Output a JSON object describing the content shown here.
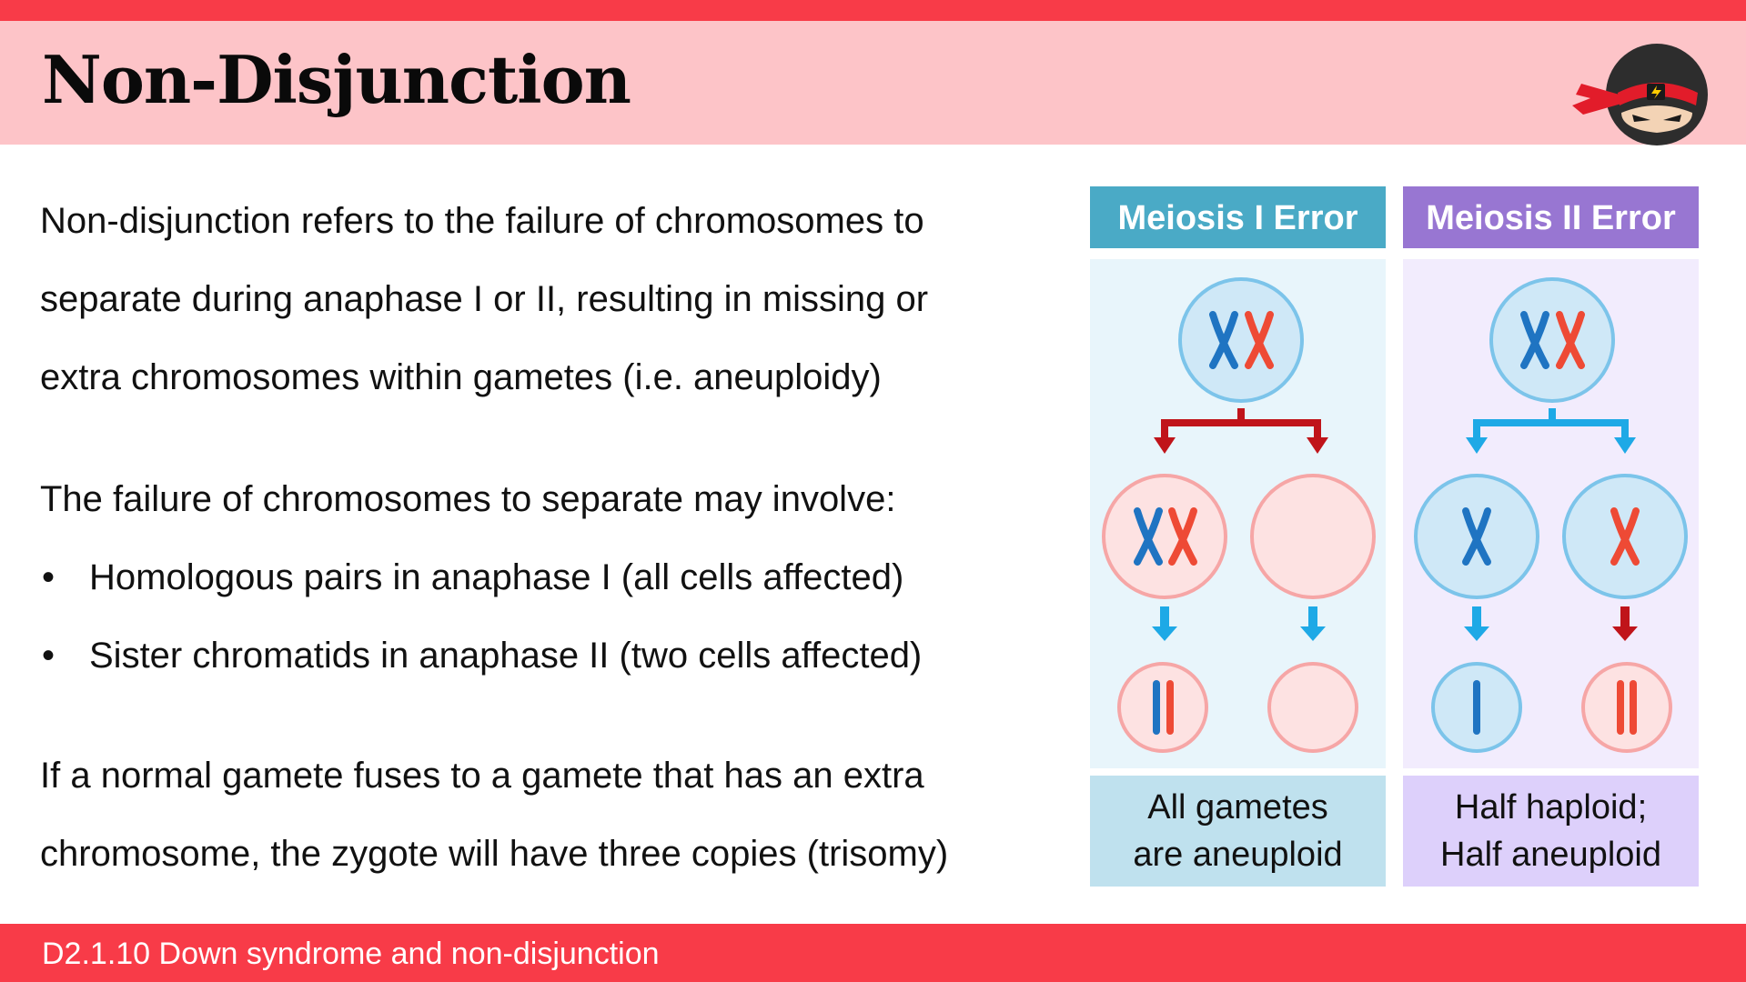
{
  "header": {
    "title": "Non-Disjunction",
    "logo_icon": "ninja-mascot-icon"
  },
  "body": {
    "intro": [
      "Non-disjunction refers to the failure of chromosomes to",
      "separate during anaphase I or II, resulting in missing or",
      "extra chromosomes within gametes (i.e. aneuploidy)"
    ],
    "involve_heading": "The failure of chromosomes to separate may involve:",
    "bullets": [
      "Homologous pairs in anaphase I  (all cells affected)",
      "Sister chromatids in anaphase II  (two cells affected)"
    ],
    "bullet_symbol": "•",
    "conclusion": [
      "If a normal gamete fuses to a gamete that has an extra",
      "chromosome, the zygote will have three copies (trisomy)"
    ]
  },
  "diagram": {
    "meiosis1": {
      "header": "Meiosis I Error",
      "caption": [
        "All gametes",
        "are aneuploid"
      ],
      "header_color": "#4aaac6"
    },
    "meiosis2": {
      "header": "Meiosis II Error",
      "caption": [
        "Half haploid;",
        "Half aneuploid"
      ],
      "header_color": "#9876d2"
    },
    "colors": {
      "blue_chromosome": "#1f74c2",
      "red_chromosome": "#ee4a35",
      "cell_blue_fill": "#cfe8f7",
      "cell_blue_stroke": "#7cc4ea",
      "cell_pink_fill": "#fde2e2",
      "cell_pink_stroke": "#f6a6a6",
      "arrow_red": "#c0141a",
      "arrow_blue": "#1ea9e6"
    }
  },
  "footer": {
    "label": "D2.1.10  Down syndrome and non-disjunction"
  }
}
